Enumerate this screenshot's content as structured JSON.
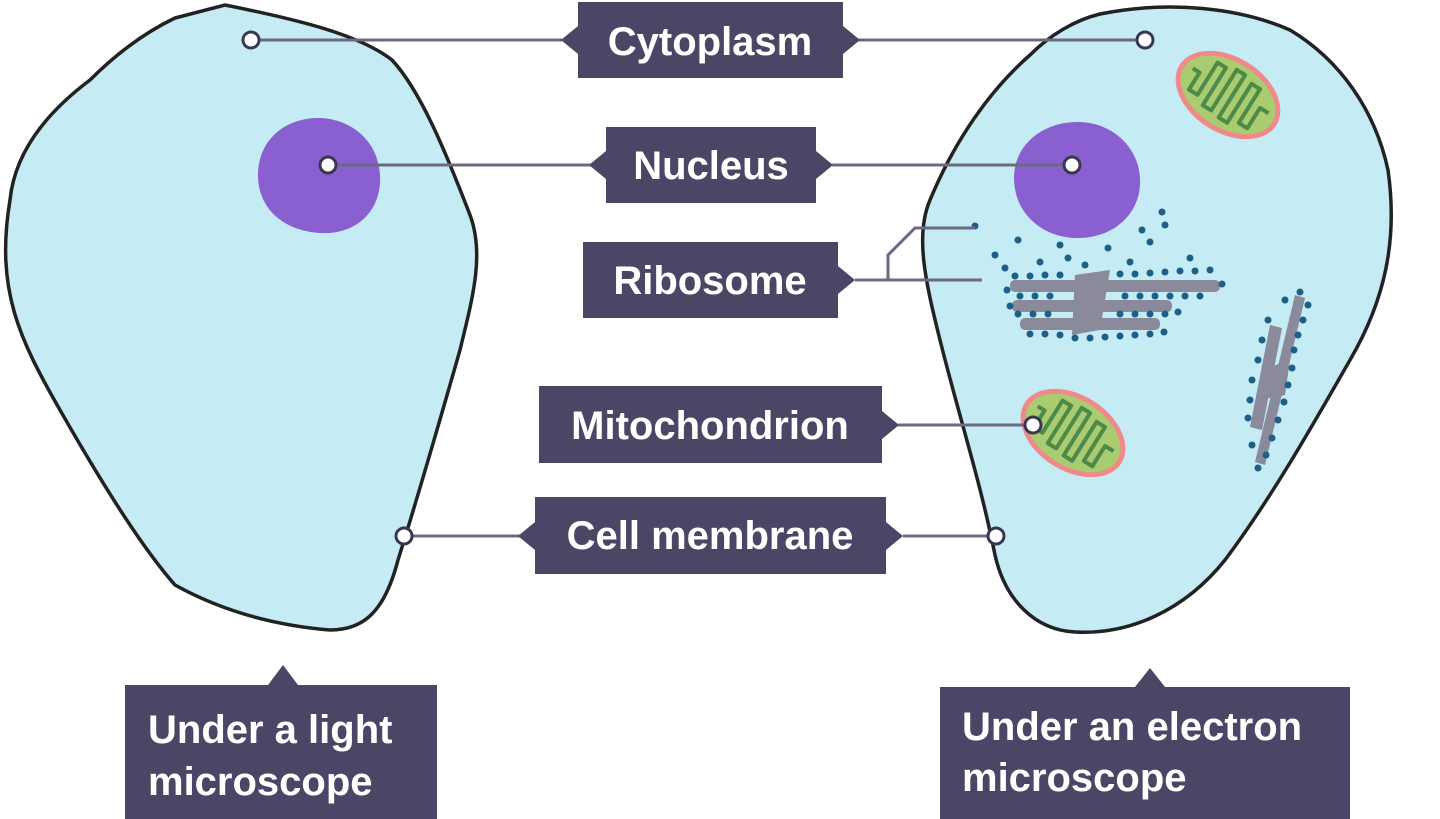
{
  "labels": {
    "cytoplasm": "Cytoplasm",
    "nucleus": "Nucleus",
    "ribosome": "Ribosome",
    "mitochondrion": "Mitochondrion",
    "cell_membrane": "Cell membrane"
  },
  "captions": {
    "light": {
      "line1": "Under a light",
      "line2": "microscope"
    },
    "electron": {
      "line1": "Under an electron",
      "line2": "microscope"
    }
  },
  "colors": {
    "cytoplasm_fill": "#c5ebf5",
    "membrane_stroke": "#222222",
    "nucleus_fill": "#8a5fd0",
    "label_box": "#4a4766",
    "leader_line": "#6b6a80",
    "mito_outer": "#f08a8a",
    "mito_inner": "#a9cc70",
    "mito_cristae": "#4c8a4a",
    "er_fill": "#8a8a9a",
    "ribosome_dot": "#1d5f86"
  }
}
